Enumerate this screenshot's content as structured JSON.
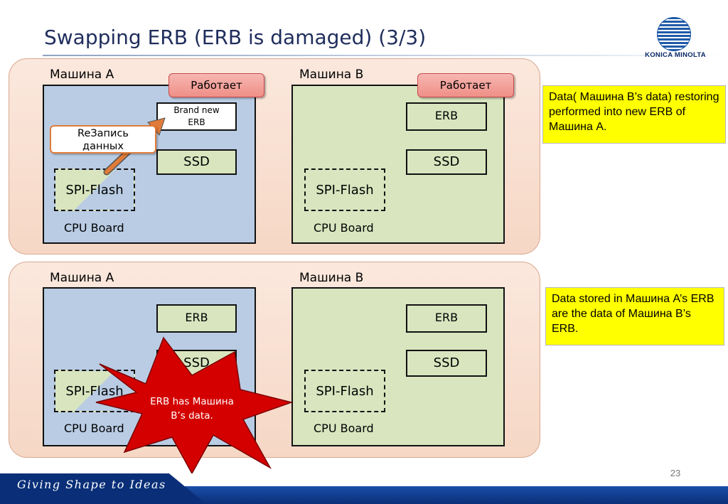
{
  "slide": {
    "title": "Swapping ERB (ERB is damaged) (3/3)",
    "page_number": "23",
    "footer_text": "Giving Shape to Ideas",
    "brand": "KONICA MINOLTA"
  },
  "top_panel": {
    "machine_a": {
      "label": "Машина A",
      "badge": "Работает",
      "brand_new_erb": [
        "Brand new",
        "ERB"
      ],
      "ssd": "SSD",
      "spi": "SPI-Flash",
      "cpu": "CPU Board",
      "rewrite_callout": [
        "ReЗапись",
        "данных"
      ]
    },
    "machine_b": {
      "label": "Машина B",
      "badge": "Работает",
      "erb": "ERB",
      "ssd": "SSD",
      "spi": "SPI-Flash",
      "cpu": "CPU Board"
    },
    "note": "Data( Машина B’s data) restoring performed into new ERB of Машина A."
  },
  "bottom_panel": {
    "machine_a": {
      "label": "Машина A",
      "erb": "ERB",
      "ssd": "SSD",
      "spi": "SPI-Flash",
      "cpu": "CPU Board"
    },
    "machine_b": {
      "label": "Машина B",
      "erb": "ERB",
      "ssd": "SSD",
      "spi": "SPI-Flash",
      "cpu": "CPU Board"
    },
    "note": "Data stored in Машина A’s ERB are the data of Машина B’s ERB.",
    "burst": [
      "ERB has Машина",
      "B’s data."
    ]
  },
  "colors": {
    "title": "#1f2d5c",
    "panel_bg": "#fbe8dd",
    "board_a": "#b9cce4",
    "board_b": "#d8e5bf",
    "note_bg": "#ffff00",
    "badge_bg": "#ee8f87",
    "burst": "#d40000",
    "footer": "#0a2f78"
  }
}
